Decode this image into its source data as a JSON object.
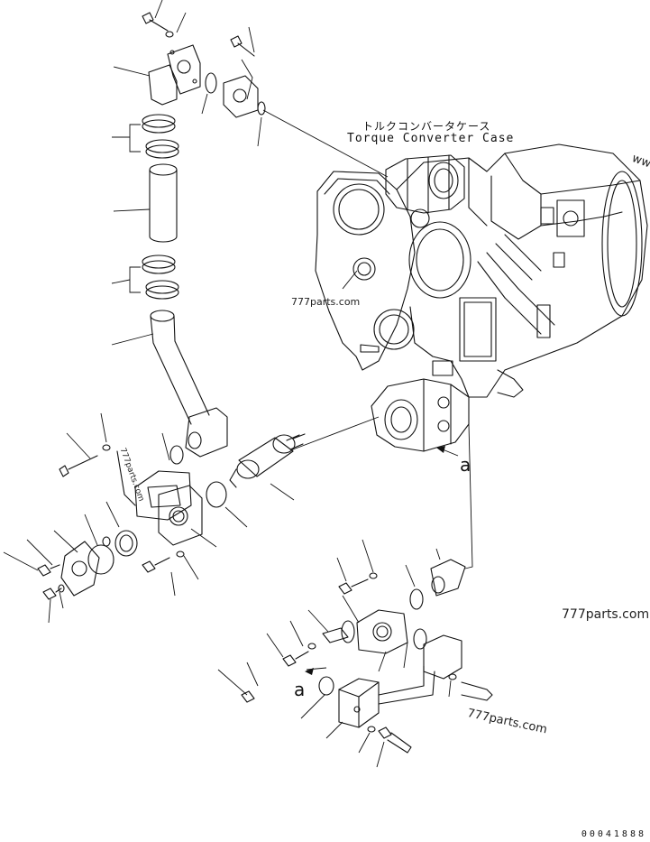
{
  "labels": {
    "case_name_jp": "トルクコンバータケース",
    "case_name_en": "Torque Converter Case",
    "view_arrow_1": "a",
    "view_arrow_2": "a",
    "drawing_code": "00041888"
  },
  "watermarks": [
    "777parts.com",
    "777parts.com",
    "777parts.com",
    "777parts.com",
    "ww"
  ],
  "colors": {
    "line": "#111111",
    "background": "#ffffff"
  }
}
